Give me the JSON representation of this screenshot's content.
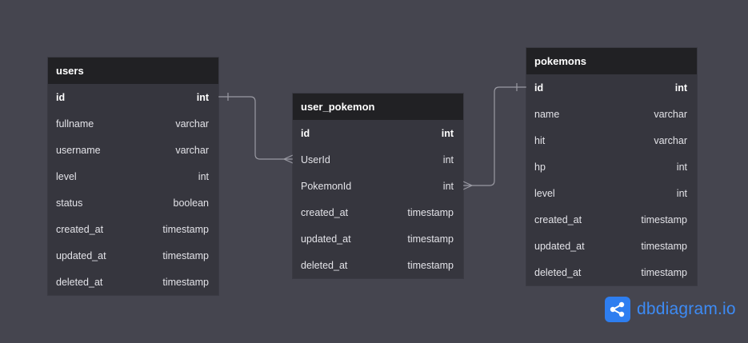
{
  "tables": [
    {
      "name": "users",
      "fields": [
        {
          "name": "id",
          "type": "int",
          "pk": true
        },
        {
          "name": "fullname",
          "type": "varchar"
        },
        {
          "name": "username",
          "type": "varchar"
        },
        {
          "name": "level",
          "type": "int"
        },
        {
          "name": "status",
          "type": "boolean"
        },
        {
          "name": "created_at",
          "type": "timestamp"
        },
        {
          "name": "updated_at",
          "type": "timestamp"
        },
        {
          "name": "deleted_at",
          "type": "timestamp"
        }
      ]
    },
    {
      "name": "user_pokemon",
      "fields": [
        {
          "name": "id",
          "type": "int",
          "pk": true
        },
        {
          "name": "UserId",
          "type": "int"
        },
        {
          "name": "PokemonId",
          "type": "int"
        },
        {
          "name": "created_at",
          "type": "timestamp"
        },
        {
          "name": "updated_at",
          "type": "timestamp"
        },
        {
          "name": "deleted_at",
          "type": "timestamp"
        }
      ]
    },
    {
      "name": "pokemons",
      "fields": [
        {
          "name": "id",
          "type": "int",
          "pk": true
        },
        {
          "name": "name",
          "type": "varchar"
        },
        {
          "name": "hit",
          "type": "varchar"
        },
        {
          "name": "hp",
          "type": "int"
        },
        {
          "name": "level",
          "type": "int"
        },
        {
          "name": "created_at",
          "type": "timestamp"
        },
        {
          "name": "updated_at",
          "type": "timestamp"
        },
        {
          "name": "deleted_at",
          "type": "timestamp"
        }
      ]
    }
  ],
  "relationships": [
    {
      "from": "users.id",
      "to": "user_pokemon.UserId",
      "from_end": "one",
      "to_end": "many"
    },
    {
      "from": "pokemons.id",
      "to": "user_pokemon.PokemonId",
      "from_end": "one",
      "to_end": "many"
    }
  ],
  "brand": {
    "name": "dbdiagram.io",
    "icon": "share-nodes-icon"
  },
  "colors": {
    "background": "#45454f",
    "table_header": "#212124",
    "table_body": "#36363e",
    "connector": "#9a9aa3",
    "brand_accent": "#3d8bf5"
  }
}
